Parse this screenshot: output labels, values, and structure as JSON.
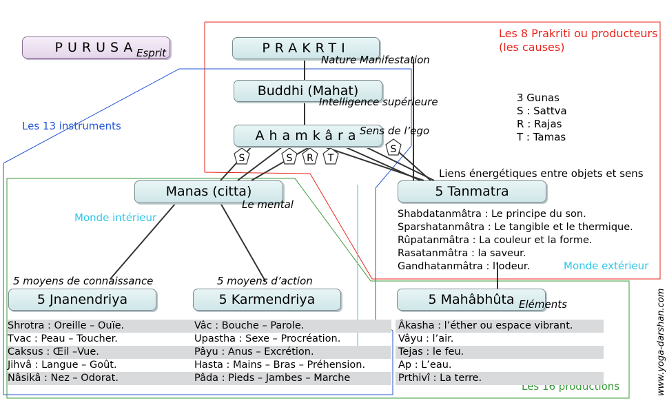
{
  "nodes": {
    "purusa": "PURUSA",
    "prakrti": "PRAKRTI",
    "buddhi": "Buddhi (Mahat)",
    "ahamkara": "Ahamkâra",
    "manas": "Manas (citta)",
    "tanmatra": "5 Tanmatra",
    "jnanendriya": "5 Jnanendriya",
    "karmendriya": "5 Karmendriya",
    "mahabhuta": "5 Mahâbhûta"
  },
  "annotations": {
    "esprit": "Esprit",
    "nature": "Nature Manifestation",
    "intelligence": "Intelligence supérieure",
    "sens_ego": "Sens de l’ego",
    "mental": "Le mental",
    "connaissance": "5 moyens de connaissance",
    "action": "5 moyens d’action",
    "elements": "Eléments",
    "liens": "Liens énergétiques entre objets et sens"
  },
  "regions": {
    "prakriti_line1": "Les 8 Prakriti ou producteurs",
    "prakriti_line2": "(les causes)",
    "instruments": "Les 13 instruments",
    "interieur": "Monde intérieur",
    "exterieur": "Monde extérieur",
    "productions": "Les 16 productions"
  },
  "gunas": {
    "title": "3 Gunas",
    "items": [
      "S : Sattva",
      "R : Rajas",
      "T : Tamas"
    ]
  },
  "badges": [
    "S",
    "S",
    "R",
    "T",
    "S"
  ],
  "tanmatra_list": [
    "Shabdatanmâtra : Le principe du son.",
    "Sparshatanmâtra : Le tangible et le thermique.",
    "Rûpatanmâtra : La couleur et la forme.",
    "Rasatanmâtra : la saveur.",
    "Gandhatanmâtra : l’odeur."
  ],
  "jnanendriya_list": [
    "Shrotra : Oreille – Ouïe.",
    "Tvac : Peau – Toucher.",
    "Caksus : Œil –Vue.",
    "Jihvâ : Langue – Goût.",
    "Nâsikâ : Nez – Odorat."
  ],
  "karmendriya_list": [
    "Vâc : Bouche – Parole.",
    "Upastha : Sexe – Procréation.",
    "Pâyu : Anus – Excrétion.",
    "Hasta : Mains – Bras – Préhension.",
    "Pâda : Pieds – Jambes – Marche"
  ],
  "mahabhuta_list": [
    "Âkasha : l’éther ou espace vibrant.",
    "Vâyu : l’air.",
    "Tejas : le feu.",
    "Ap : L’eau.",
    "Prthivî : La terre."
  ],
  "credit": "www.yoga-darshan.com",
  "colors": {
    "prakriti_region": "#e8231b",
    "instruments_region": "#2456d6",
    "productions_region": "#3a9a3a",
    "interieur_exterieur": "#30c6e8",
    "node_fill": "#d9ecee",
    "row_shade": "#d9dadb"
  }
}
